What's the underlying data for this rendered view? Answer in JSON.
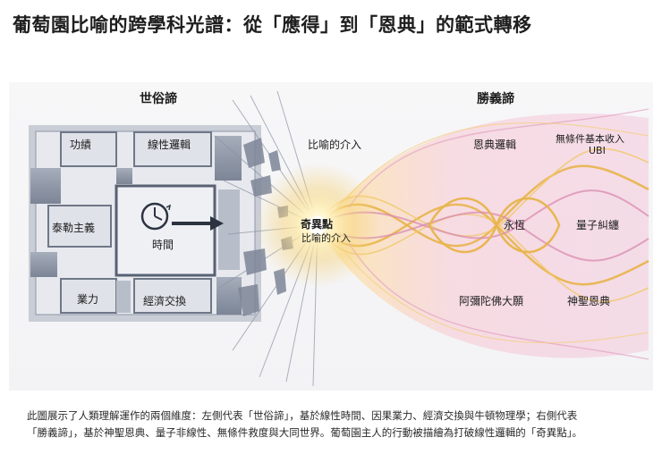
{
  "title": "葡萄園比喻的跨學科光譜：從「應得」到「恩典」的範式轉移",
  "left_section": {
    "header": "世俗諦",
    "blocks": [
      "功績",
      "線性邏輯",
      "泰勒主義",
      "時間",
      "業力",
      "經濟交換"
    ]
  },
  "center": {
    "intervention": "比喻的介入",
    "singularity": "奇異點",
    "singularity_sub": "比喻的介入"
  },
  "right_section": {
    "header": "勝義諦",
    "labels": [
      "恩典邏輯",
      "無條件基本收入",
      "UBI",
      "永恆",
      "量子糾纏",
      "阿彌陀佛大願",
      "神聖恩典"
    ]
  },
  "colors": {
    "left_blocks": "#8e96a6",
    "left_light": "#d9dce3",
    "gold": "#e8b44a",
    "pink": "#d98bb0"
  },
  "caption": {
    "line1": "此圖展示了人類理解運作的兩個維度：左側代表「世俗諦」，基於線性時間、因果業力、經濟交換與牛頓物理學；右側代表",
    "line2": "「勝義諦」，基於神聖恩典、量子非線性、無條件救度與大同世界。葡萄園主人的行動被描繪為打破線性邏輯的「奇異點」。"
  }
}
